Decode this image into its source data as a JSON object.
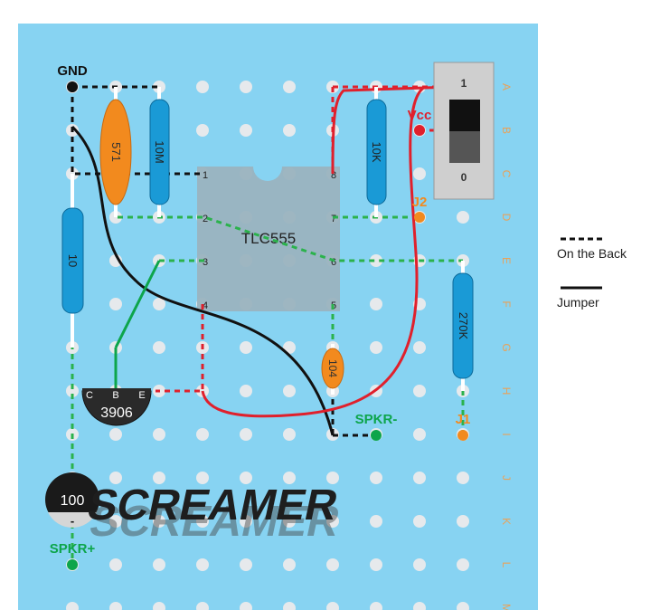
{
  "board": {
    "background": "#87d3f2",
    "hole_color": "#e6e9ec"
  },
  "row_labels": [
    "A",
    "B",
    "C",
    "D",
    "E",
    "F",
    "G",
    "H",
    "I",
    "J",
    "K",
    "L",
    "M"
  ],
  "chip": {
    "name": "TLC555",
    "pins": [
      "1",
      "2",
      "3",
      "4",
      "5",
      "6",
      "7",
      "8"
    ],
    "color": "#9ab3bf"
  },
  "resistors": {
    "r1": "10M",
    "r2": "10K",
    "r3": "10",
    "r4": "270K"
  },
  "capacitors": {
    "c1": "571",
    "c2": "104"
  },
  "transistor": {
    "name": "3906",
    "pins": [
      "C",
      "B",
      "E"
    ]
  },
  "speaker": {
    "label": "100",
    "minus": "-"
  },
  "switch": {
    "top": "1",
    "bottom": "0"
  },
  "labels": {
    "gnd": "GND",
    "vcc": "Vcc",
    "j1": "J1",
    "j2": "J2",
    "spkr_minus": "SPKR-",
    "spkr_plus": "SPKR+"
  },
  "title": "SCREAMER",
  "legend": {
    "back": "On the Back",
    "jumper": "Jumper"
  },
  "colors": {
    "red": "#e0202c",
    "green": "#0da54b",
    "orange": "#f28a1e",
    "black": "#111111",
    "blue_res": "#1a9ad6"
  }
}
